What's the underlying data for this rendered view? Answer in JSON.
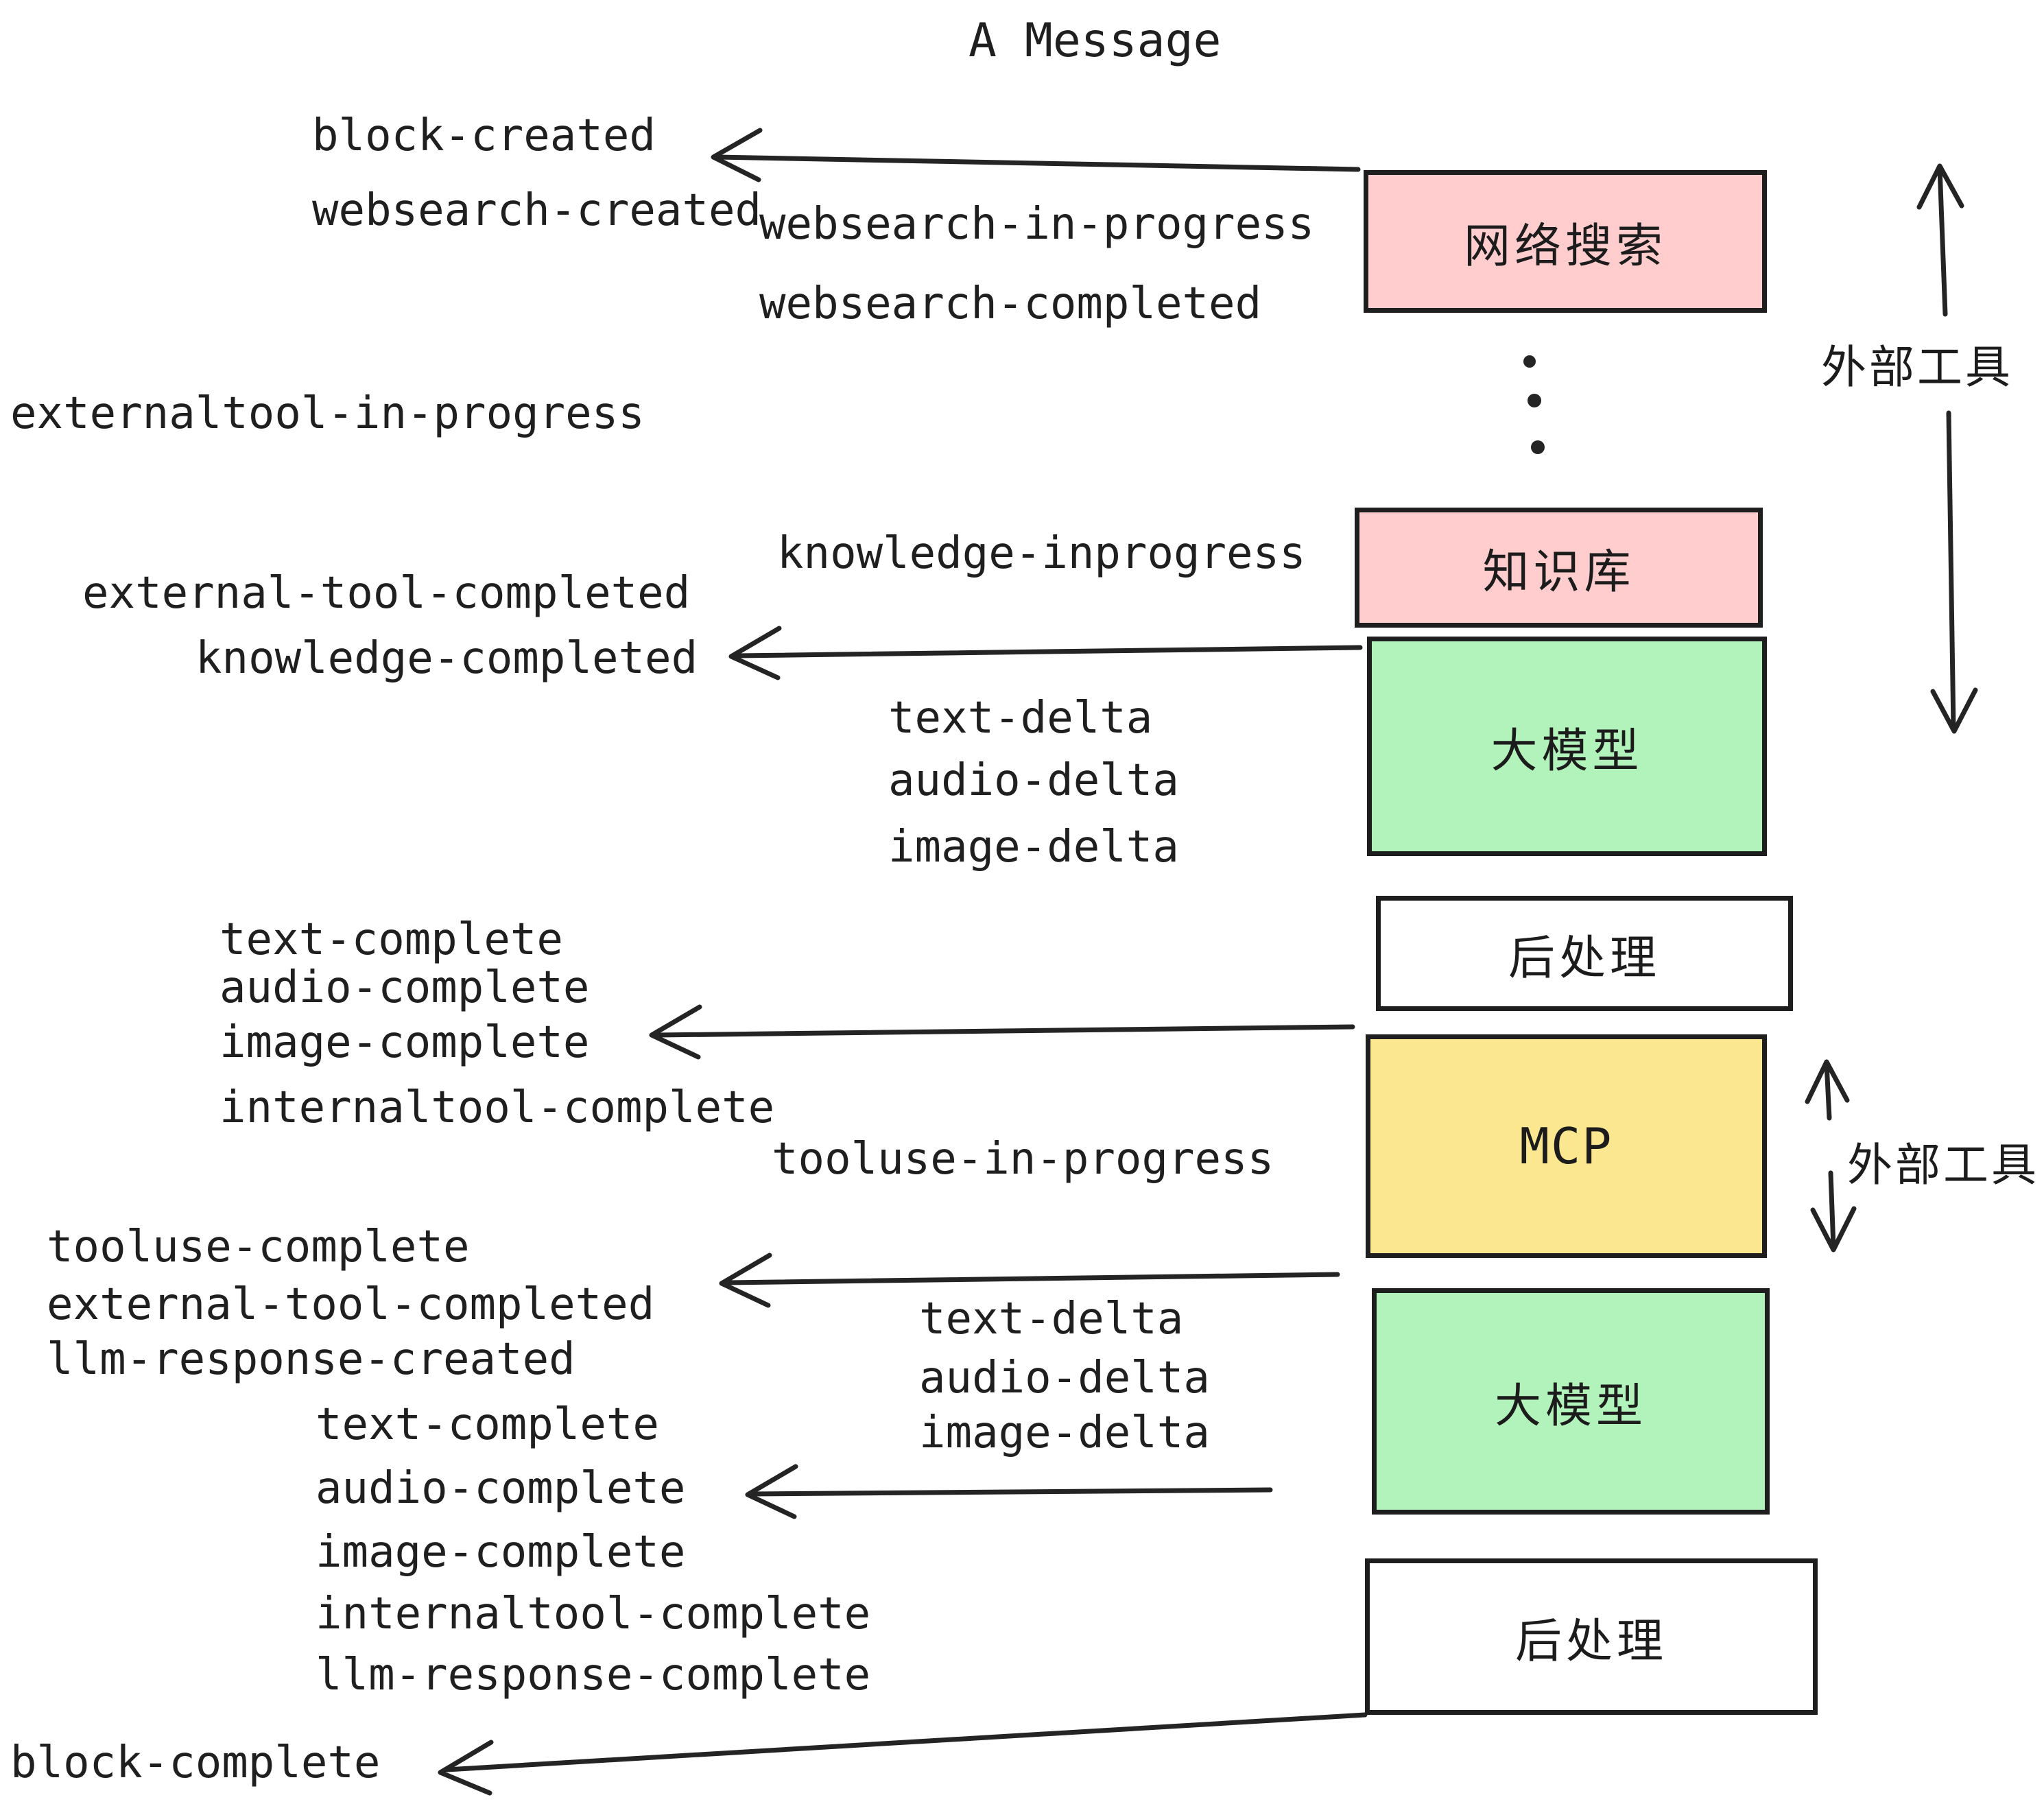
{
  "title": "A Message",
  "boxes": {
    "websearch": "网络搜索",
    "knowledge": "知识库",
    "llm": "大模型",
    "postprocess": "后处理",
    "mcp": "MCP"
  },
  "side": {
    "external_tools": "外部工具"
  },
  "events": {
    "block_created": "block-created",
    "websearch_created": "websearch-created",
    "websearch_in_progress": "websearch-in-progress",
    "websearch_completed": "websearch-completed",
    "externaltool_in_progress": "externaltool-in-progress",
    "knowledge_inprogress": "knowledge-inprogress",
    "external_tool_completed": "external-tool-completed",
    "knowledge_completed": "knowledge-completed",
    "text_delta": "text-delta",
    "audio_delta": "audio-delta",
    "image_delta": "image-delta",
    "text_complete": "text-complete",
    "audio_complete": "audio-complete",
    "image_complete": "image-complete",
    "internaltool_complete": "internaltool-complete",
    "tooluse_in_progress": "tooluse-in-progress",
    "tooluse_complete": "tooluse-complete",
    "llm_response_created": "llm-response-created",
    "llm_response_complete": "llm-response-complete",
    "block_complete": "block-complete"
  },
  "colors": {
    "pink": "#ffcdcd",
    "green": "#b2f2bb",
    "yellow": "#fae78f",
    "stroke": "#242424",
    "text": "#1f1f1f"
  }
}
